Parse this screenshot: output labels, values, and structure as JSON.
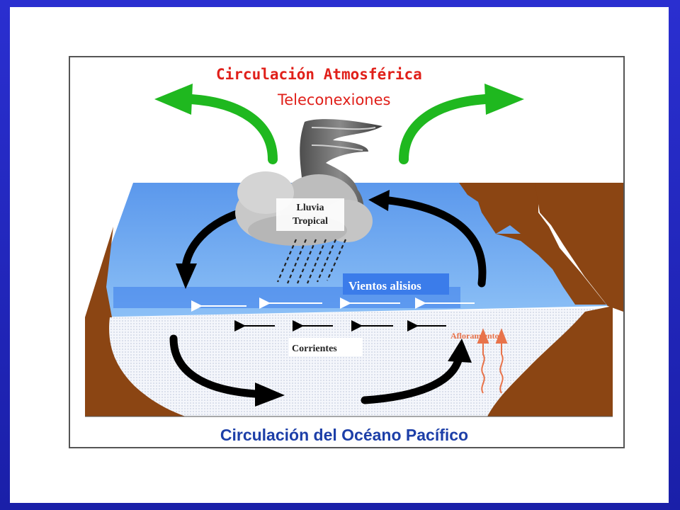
{
  "diagram": {
    "title_atmosphere": "Circulación Atmosférica",
    "title_teleconnections": "Teleconexiones",
    "rain_label_line1": "Lluvia",
    "rain_label_line2": "Tropical",
    "trade_winds_label": "Vientos alisios",
    "currents_label": "Corrientes",
    "upwelling_label": "Afloramiento",
    "ocean_title": "Circulación del Océano Pacífico"
  },
  "colors": {
    "slide_background": "#2a2fd0",
    "atmosphere_title": "#e0201a",
    "ocean_title": "#1d3fa8",
    "teleconnection_arrows": "#1fb81f",
    "land": "#8b4513",
    "ocean_surface": "#6aa6f0",
    "upwelling": "#e8734a"
  },
  "icons": [
    "green-curved-arrow-icon",
    "cloud-icon",
    "storm-plume-icon",
    "rain-icon",
    "circulation-arrow-icon",
    "upwelling-wave-icon"
  ]
}
